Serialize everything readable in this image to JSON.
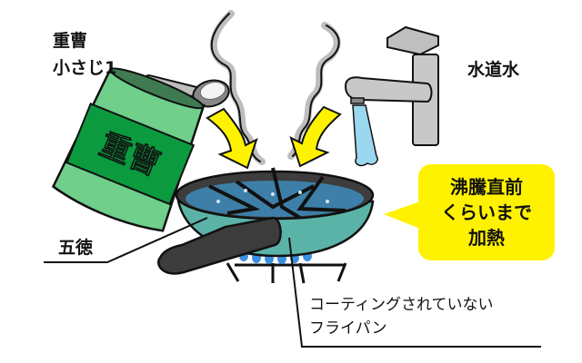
{
  "labels": {
    "baking_soda": {
      "line1": "重曹",
      "line2": "小さじ1"
    },
    "tap_water": "水道水",
    "trivet": "五徳",
    "pan": {
      "line1": "コーティングされていない",
      "line2": "フライパン"
    },
    "bag_text": "重曹"
  },
  "bubble": {
    "line1": "沸騰直前",
    "line2": "くらいまで",
    "line3": "加熱"
  },
  "colors": {
    "bubble": "#fff200",
    "arrow": "#fff200",
    "bag_light": "#6fcf8b",
    "bag_dark": "#0b9a3e",
    "pan": "#5bb3a8",
    "water": "#3d7fa8",
    "flame": "#3a8fe0",
    "handle": "#3c3c3c",
    "faucet": "#c8c8c8",
    "steam": "#bdbdbd",
    "tap_stream": "#9ad8f0"
  }
}
